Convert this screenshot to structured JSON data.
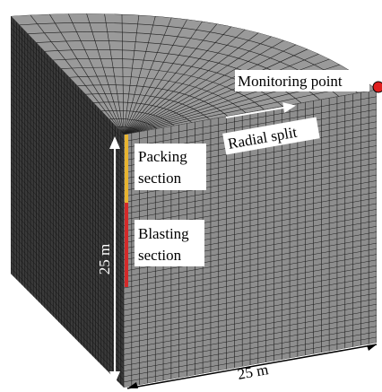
{
  "labels": {
    "monitoring_point": "Monitoring point",
    "radial_split": "Radial split",
    "packing_line1": "Packing",
    "packing_line2": "section",
    "blasting_line1": "Blasting",
    "blasting_line2": "section",
    "height_dim": "25 m",
    "width_dim": "25 m"
  },
  "colors": {
    "mesh_top": "#9a9a9a",
    "mesh_front": "#8e8e8e",
    "mesh_side": "#3a3a3a",
    "mesh_line": "#1e1e1e",
    "packing": "#e8b430",
    "blasting": "#d42a2a",
    "monitor_dot": "#e02020"
  }
}
